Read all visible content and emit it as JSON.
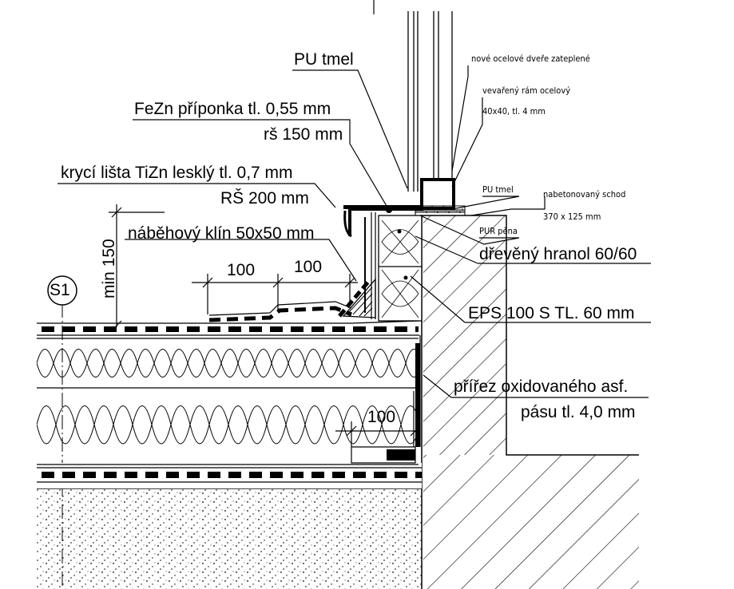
{
  "labels": {
    "pu_tmel_top": "PU tmel",
    "fezn_priponka": "FeZn příponka tl. 0,55 mm",
    "fezn_rs": "rš 150 mm",
    "kryci_lista": "krycí lišta TiZn lesklý tl. 0,7 mm",
    "kryci_rs": "RŠ 200 mm",
    "nabehovy_klin": "náběhový klín 50x50 mm",
    "dim_100_a": "100",
    "dim_100_b": "100",
    "dim_100_c": "100",
    "min_150": "min 150",
    "section_marker": "S1",
    "dvere": "nové ocelové dveře zateplené",
    "ram_1": "vevařený rám ocelový",
    "ram_2": "40x40, tl. 4 mm",
    "pu_tmel_small": "PU tmel",
    "schod_1": "nabetonovaný schod",
    "schod_2": "370 x 125 mm",
    "pur_pena": "PUR pěna",
    "hranol": "dřevěný hranol 60/60",
    "eps": "EPS 100 S TL. 60 mm",
    "prirez_1": "přířez oxidovaného asf.",
    "prirez_2": "pásu tl. 4,0 mm"
  }
}
